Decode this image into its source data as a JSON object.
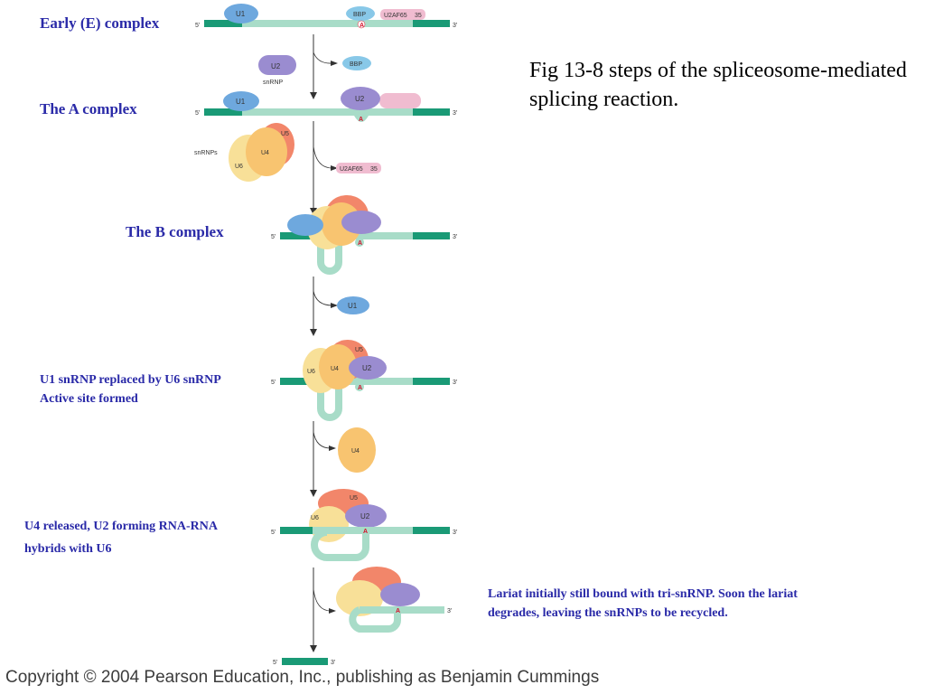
{
  "caption": "Fig 13-8 steps of the spliceosome-mediated splicing reaction.",
  "copyright": "Copyright © 2004 Pearson Education, Inc., publishing as Benjamin Cummings",
  "labels": {
    "early_complex": "Early (E) complex",
    "a_complex": "The A complex",
    "b_complex": "The B complex",
    "u1_replaced_line1": "U1 snRNP replaced by U6 snRNP",
    "u1_replaced_line2": "Active site formed",
    "u4_released_line1": "U4 released, U2 forming RNA-RNA",
    "u4_released_line2": "hybrids with U6",
    "lariat_line1": "Lariat initially still bound with tri-snRNP. Soon the lariat",
    "lariat_line2": "degrades, leaving the snRNPs to be recycled."
  },
  "diagram_text": {
    "five_prime": "5'",
    "three_prime": "3'",
    "branch_A": "A",
    "u1": "U1",
    "u2": "U2",
    "u4": "U4",
    "u5": "U5",
    "u6": "U6",
    "bbp": "BBP",
    "u2af65": "U2AF65",
    "u2af35": "35",
    "snrnp": "snRNP",
    "snrnps": "snRNPs"
  },
  "colors": {
    "label_text": "#2a2aa8",
    "exon": "#1a9a76",
    "intron": "#a8dcc8",
    "u1": "#6ea8de",
    "u2": "#9a8cd0",
    "u4": "#f8c470",
    "u5": "#f2866a",
    "u6": "#f8e098",
    "bbp": "#88c8e8",
    "u2af": "#f0bcd0",
    "branch_point": "#d4102a"
  }
}
